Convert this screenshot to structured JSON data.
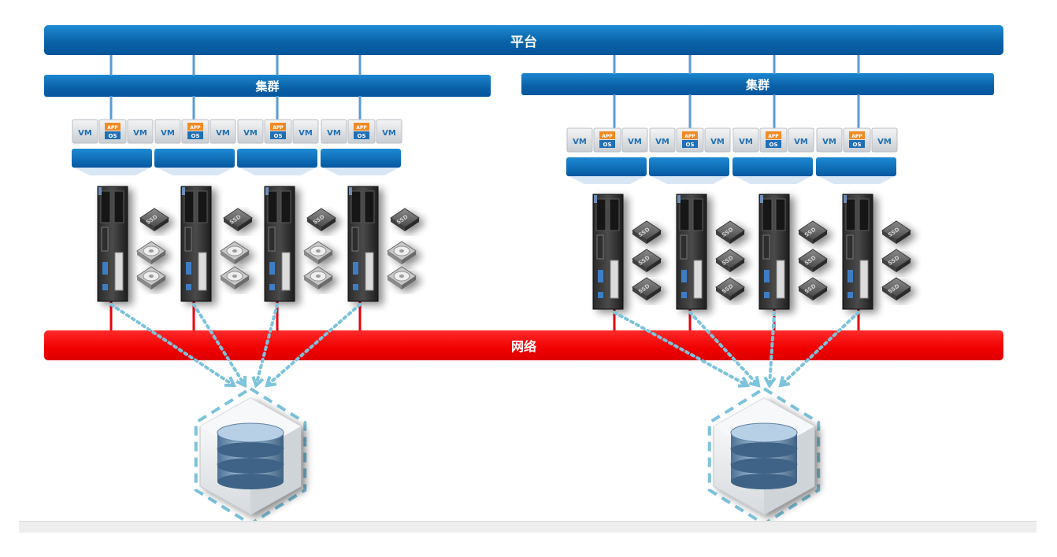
{
  "platform": {
    "label": "平台"
  },
  "clusters": [
    {
      "label": "集群",
      "hosts": 4,
      "host_storage": "mixed"
    },
    {
      "label": "集群",
      "hosts": 4,
      "host_storage": "ssd"
    }
  ],
  "network": {
    "label": "网络"
  },
  "vm_group": {
    "vm_label": "VM",
    "app_label": "APP",
    "os_label": "OS"
  },
  "disk_labels": {
    "ssd": "SSD"
  },
  "colors": {
    "platform_bar": "#0b63a8",
    "cluster_bar": "#0a60a6",
    "network_bar": "#f00000",
    "uplink": "#5b9bd5",
    "net_link": "#e8000d",
    "storage_link": "#7cc3dc",
    "app_orange": "#f08a24",
    "os_blue": "#1f6fb5"
  },
  "icons": [
    "server-icon",
    "ssd-icon",
    "hdd-icon",
    "database-icon",
    "vm-icon",
    "app-os-icon"
  ]
}
